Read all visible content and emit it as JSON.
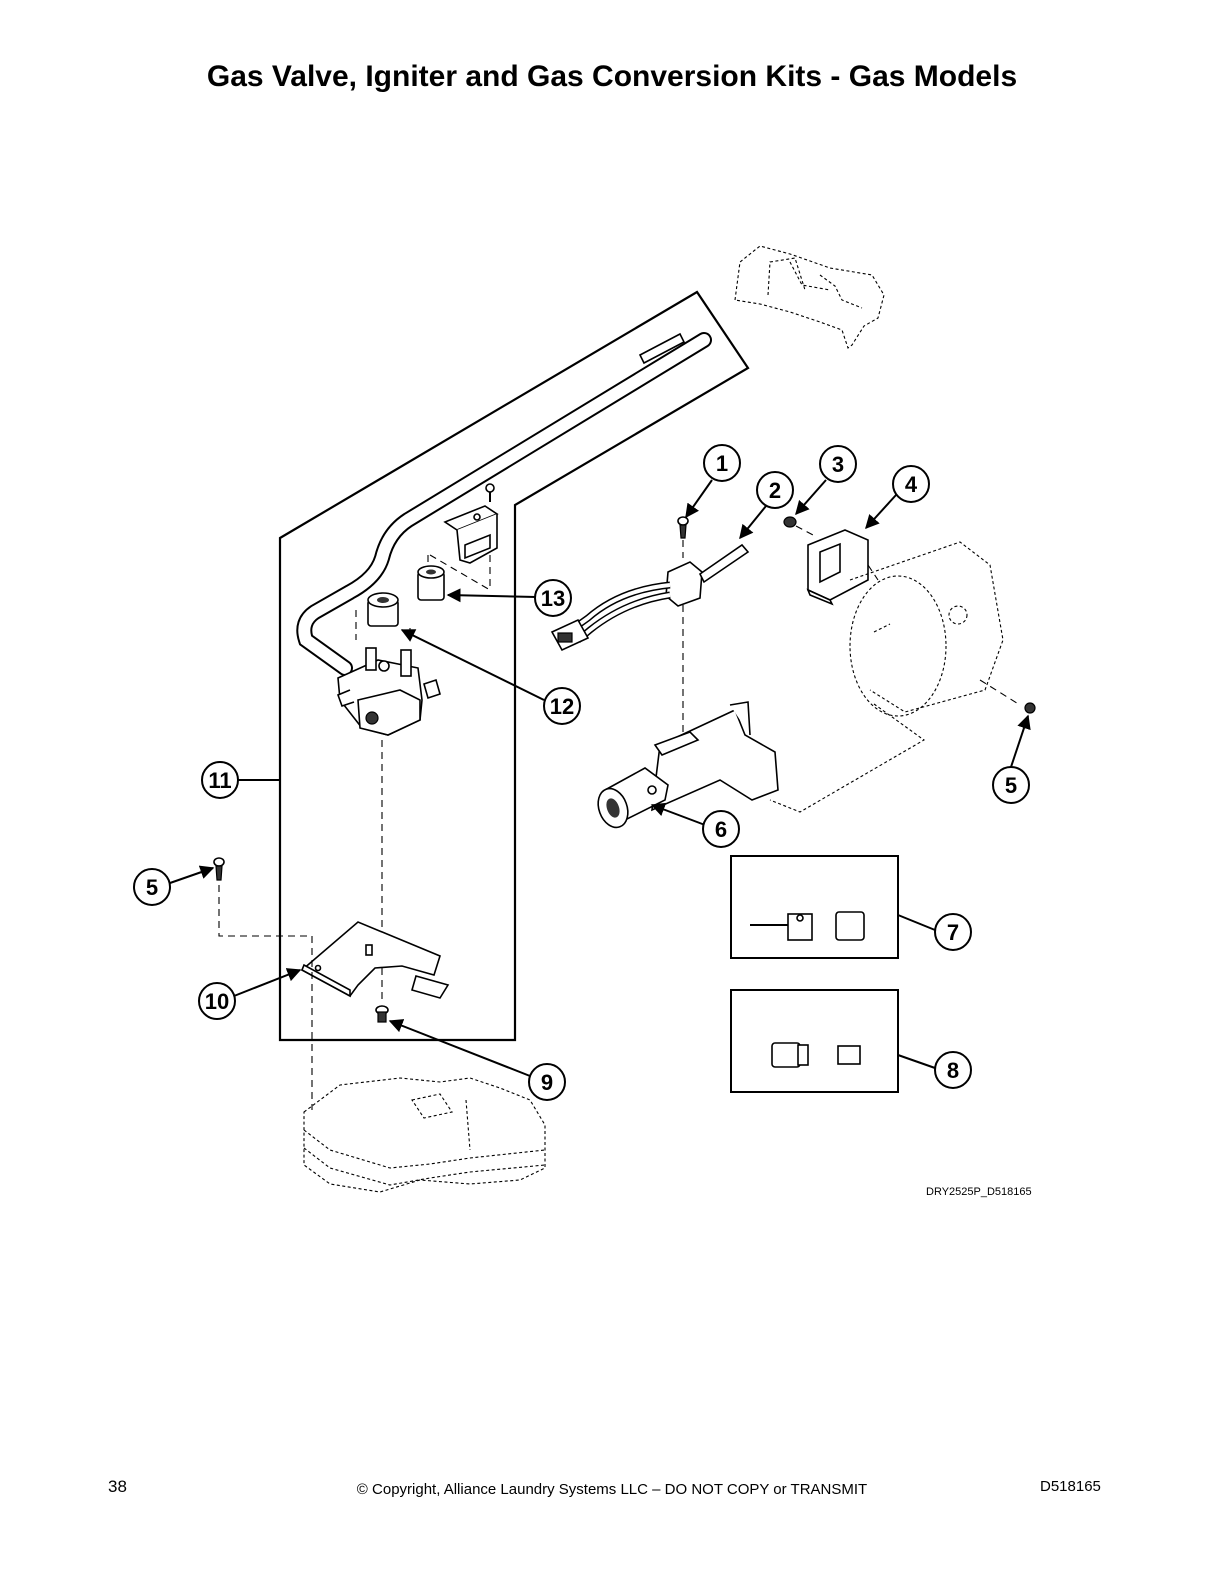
{
  "title": "Gas Valve, Igniter and Gas Conversion Kits - Gas Models",
  "callouts": [
    "1",
    "2",
    "3",
    "4",
    "5",
    "6",
    "7",
    "8",
    "9",
    "10",
    "11",
    "12",
    "13",
    "5"
  ],
  "drawing_code": "DRY2525P_D518165",
  "footer": {
    "page_number": "38",
    "copyright": "© Copyright, Alliance Laundry Systems LLC – DO NOT COPY or TRANSMIT",
    "doc_number": "D518165"
  }
}
